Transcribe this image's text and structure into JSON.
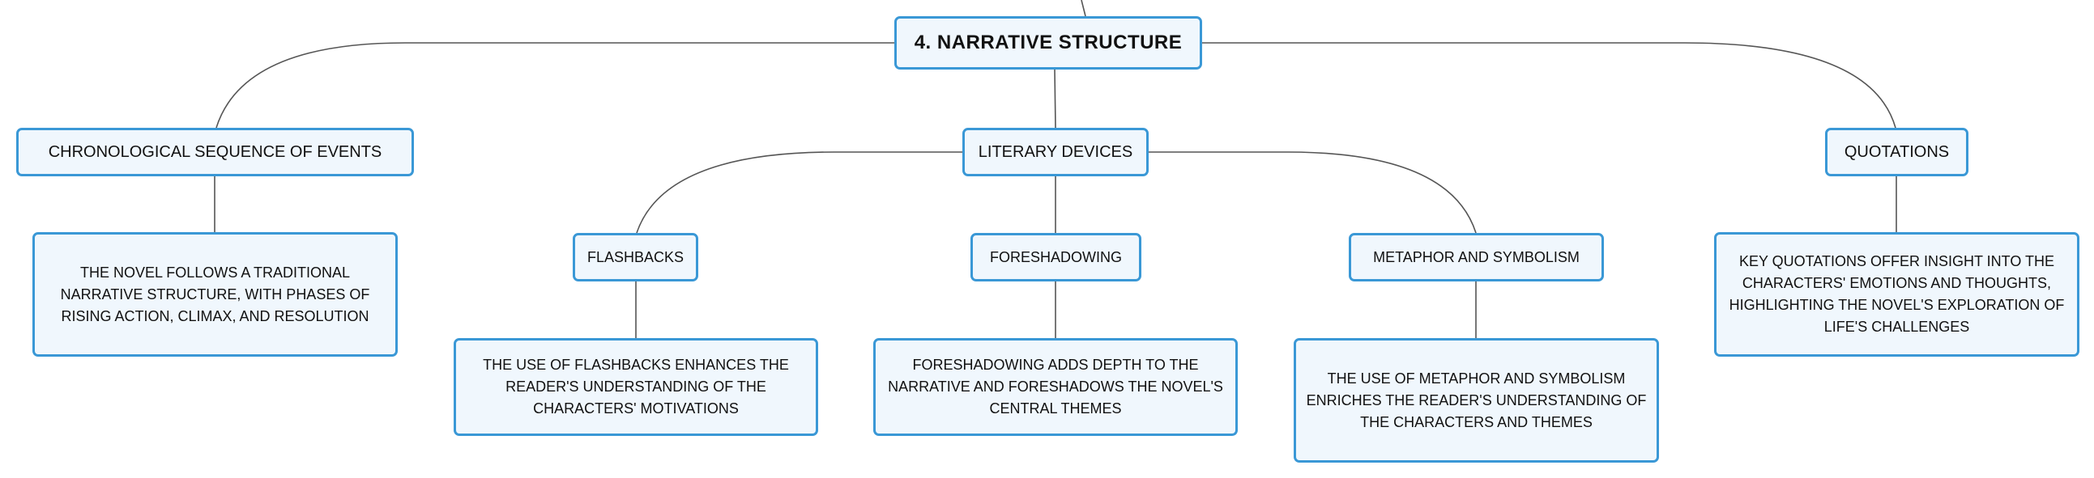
{
  "root": {
    "label": "4. NARRATIVE STRUCTURE"
  },
  "topics": {
    "chronological": {
      "label": "CHRONOLOGICAL SEQUENCE OF EVENTS",
      "detail": "THE NOVEL FOLLOWS A TRADITIONAL NARRATIVE STRUCTURE, WITH PHASES OF RISING ACTION, CLIMAX, AND RESOLUTION"
    },
    "literary_devices": {
      "label": "LITERARY DEVICES",
      "subtopics": {
        "flashbacks": {
          "label": "FLASHBACKS",
          "detail": "THE USE OF FLASHBACKS ENHANCES THE READER'S UNDERSTANDING OF THE CHARACTERS' MOTIVATIONS"
        },
        "foreshadowing": {
          "label": "FORESHADOWING",
          "detail": "FORESHADOWING ADDS DEPTH TO THE NARRATIVE AND FORESHADOWS THE NOVEL'S CENTRAL THEMES"
        },
        "metaphor": {
          "label": "METAPHOR AND SYMBOLISM",
          "detail": "THE USE OF METAPHOR AND SYMBOLISM ENRICHES THE READER'S UNDERSTANDING OF THE CHARACTERS AND THEMES"
        }
      }
    },
    "quotations": {
      "label": "QUOTATIONS",
      "detail": "KEY QUOTATIONS OFFER INSIGHT INTO THE CHARACTERS' EMOTIONS AND THOUGHTS, HIGHLIGHTING THE NOVEL'S EXPLORATION OF LIFE'S CHALLENGES"
    }
  },
  "colors": {
    "node_border": "#3a98d6",
    "node_fill": "#f0f7fd",
    "connector": "#555555",
    "text": "#111111"
  }
}
